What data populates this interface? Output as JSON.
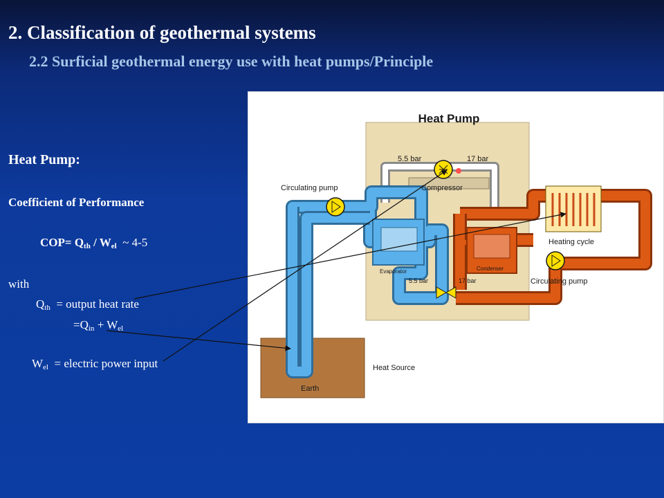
{
  "header": {
    "title": "2. Classification of geothermal systems",
    "subtitle": "2.2 Surficial geothermal energy use with heat pumps/Principle"
  },
  "left_text": {
    "heading": "Heat Pump:",
    "cop_title": "Coefficient of  Performance",
    "cop_formula": {
      "lhs": "COP= Q",
      "q_sub": "th",
      "slash": " / W",
      "w_sub": "el",
      "approx": "  ~ 4-5"
    },
    "with_label": "with",
    "qth_def": {
      "sym": "Q",
      "sub": "th",
      "text": "  = output heat rate"
    },
    "qth_sum": {
      "eq": "=Q",
      "in_sub": "in",
      "plus": " + W",
      "el_sub": "el"
    },
    "wel_def": {
      "sym": "W",
      "sub": "el",
      "text": "  = electric power input"
    }
  },
  "diagram": {
    "title": "Heat Pump",
    "labels": {
      "pressure_low_top": "5.5 bar",
      "pressure_high_top": "17 bar",
      "compressor": "Compressor",
      "circulating_pump_left": "Circulating pump",
      "heating_cycle": "Heating cycle",
      "circulating_pump_right": "Circulating pump",
      "evaporator": "Evaporator",
      "condenser": "Condenser",
      "pressure_low_bottom": "5.5 bar",
      "pressure_high_bottom": "17 bar",
      "heat_source": "Heat Source",
      "earth": "Earth"
    },
    "colors": {
      "cold_loop": "#5ab0ea",
      "hot_loop": "#dd5a14",
      "machine_box": "#ecdcb2",
      "earth": "#b3773e",
      "pump": "#ffe000",
      "heat_exchanger": "#ffe9a8"
    }
  }
}
